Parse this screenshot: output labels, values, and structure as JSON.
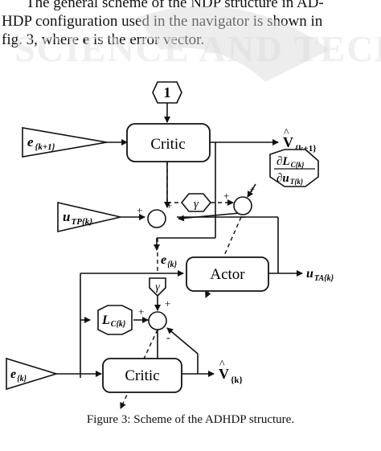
{
  "paragraph": {
    "line1": "The general scheme of the NDP structure in AD-",
    "line2": "HDP configuration used in the navigator is shown in",
    "line3_pre": "fig. 3, where ",
    "line3_bold": "e",
    "line3_post": " is the error vector."
  },
  "watermark": {
    "text": "SCIENCE AND TECH"
  },
  "diagram": {
    "node_one": "1",
    "critic_top": "Critic",
    "critic_bottom": "Critic",
    "actor": "Actor",
    "gamma_top": "γ",
    "gamma_mid": "γ",
    "sum_plus": "+",
    "sum_minus": "-",
    "input_error_top": {
      "sym": "e",
      "sub": "{k+1}"
    },
    "input_utp": {
      "sym": "u",
      "sub": "TP{k}"
    },
    "input_error_bottom": {
      "sym": "e",
      "sub": "{k}"
    },
    "error_label_mid": {
      "sym": "e",
      "sub": "{k}"
    },
    "output_v_top": {
      "sym": "V",
      "sub": "{k+1}"
    },
    "output_v_bottom": {
      "sym": "V",
      "sub": "{k}"
    },
    "output_uta": {
      "sym": "u",
      "sub": "TA{k}"
    },
    "hat": "^",
    "deriv_num": {
      "sym": "∂L",
      "sub": "C{k}"
    },
    "deriv_den": {
      "sym": "∂u",
      "sub": "T{k}"
    },
    "lc_node": {
      "sym": "L",
      "sub": "C{k}"
    }
  },
  "caption": "Figure 3: Scheme of the ADHDP structure."
}
